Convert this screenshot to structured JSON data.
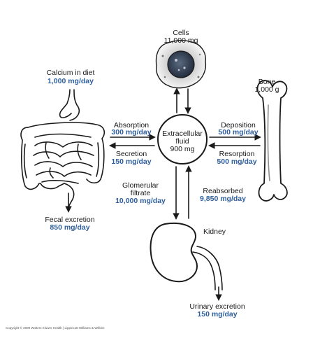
{
  "title": "",
  "labels": {
    "cells": "Cells",
    "cells_value": "11,000 mg",
    "bone": "Bone",
    "bone_value": "1,000 g",
    "calcium_diet": "Calcium in diet",
    "calcium_diet_value": "1,000 mg/day",
    "absorption": "Absorption",
    "absorption_value": "300 mg/day",
    "secretion": "Secretion",
    "secretion_value": "150 mg/day",
    "ecf_line1": "Extracellular",
    "ecf_line2": "fluid",
    "ecf_value": "900 mg",
    "deposition": "Deposition",
    "deposition_value": "500 mg/day",
    "resorption": "Resorption",
    "resorption_value": "500 mg/day",
    "glomerular_line1": "Glomerular",
    "glomerular_line2": "filtrate",
    "glomerular_value": "10,000 mg/day",
    "reabsorbed": "Reabsorbed",
    "reabsorbed_value": "9,850 mg/day",
    "kidney": "Kidney",
    "fecal": "Fecal excretion",
    "fecal_value": "850 mg/day",
    "urinary": "Urinary excretion",
    "urinary_value": "150 mg/day",
    "copyright": "Copyright © 2009 Wolters Kluwer Health | Lippincott Williams & Wilkins"
  },
  "colors": {
    "value_text": "#2f5f9e",
    "ink": "#1a1a1a"
  },
  "icons": [
    "cell-icon",
    "bone-icon",
    "intestine-icon",
    "kidney-icon"
  ]
}
